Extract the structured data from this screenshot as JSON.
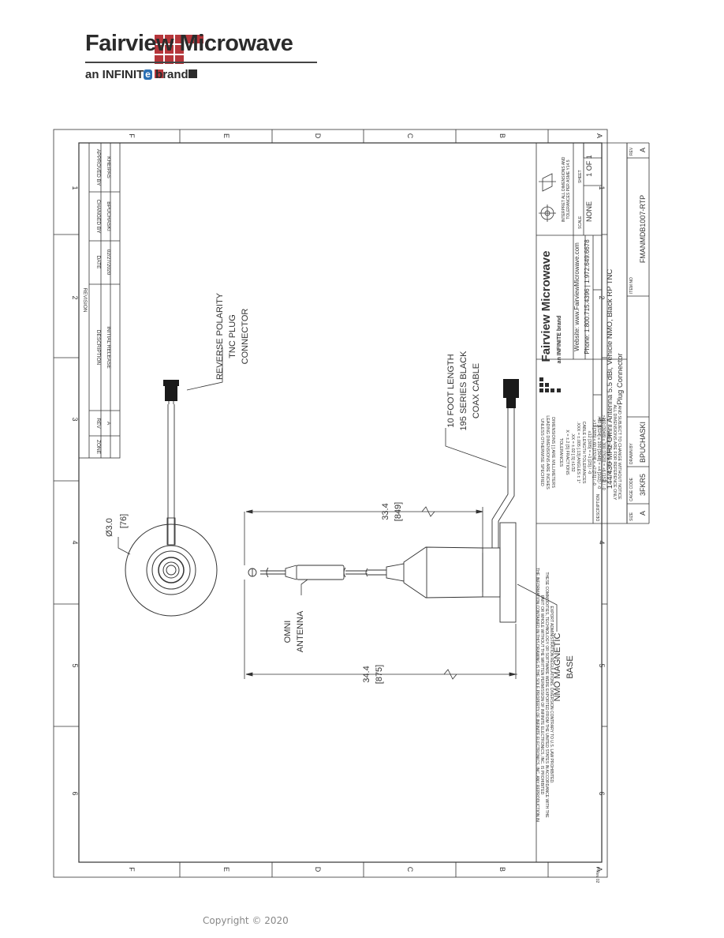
{
  "brand": {
    "name": "Fairview Microwave",
    "tagline_prefix": "an INFINIT",
    "tagline_mark": "e",
    "tagline_suffix": " brand",
    "colors": {
      "red": "#b5363b",
      "dark": "#2b2b2b"
    }
  },
  "footer": {
    "copyright": "Copyright © 2020"
  },
  "drawing": {
    "zone_numbers": [
      "1",
      "2",
      "3",
      "4",
      "5",
      "6"
    ],
    "zone_letters": [
      "F",
      "E",
      "D",
      "C",
      "B",
      "A"
    ],
    "revision": {
      "title": "REVISION",
      "headers": [
        "ZONE",
        "REV",
        "DESCRIPTION",
        "DATE",
        "CHANGED BY",
        "APPROVED BY"
      ],
      "row": [
        "",
        "A",
        "INITIAL RELEASE",
        "02/27/2020",
        "BPUCHASKI",
        "KHEIPAS"
      ]
    },
    "callouts": {
      "connector": [
        "REVERSE POLARITY",
        "TNC PLUG",
        "CONNECTOR"
      ],
      "cable": [
        "10 FOOT LENGTH",
        "195 SERIES BLACK",
        "COAX CABLE"
      ],
      "antenna": [
        "OMNI",
        "ANTENNA"
      ],
      "base": [
        "NMO MAGNETIC",
        "BASE"
      ]
    },
    "dimensions": {
      "base_diameter": [
        "Ø3.0",
        "[76]"
      ],
      "antenna_length": [
        "33.4",
        "[849]"
      ],
      "overall_length": [
        "34.4",
        "[875]"
      ]
    },
    "notes": {
      "tolerance_lines": [
        "UNLESS OTHERWISE SPECIFIED",
        "LEADING DIMENSIONS ARE INCHES",
        "DIMENSIONS [ ] ARE MILLIMETERS",
        "TOLERANCES",
        "X = ±.2   [5]      FRACTIONS",
        ".XX = ±.02  [.5]          ±1/32",
        ".XXX = ±.005  [.13]    ANGLES ± 1°",
        "CABLE LENGTH TOLERANCES",
        "≤12 [305] = +1 [25] / -0",
        ">12 [305] ≤ 60 [1524] = +2 [51] / -0",
        ">60 [1524] ≤ 150 [3048] = +4 [102] / -0",
        ">150 [3048] ≤ 300 [7620] = +6 [152] / -0",
        ">300 [7620] = +5% / -0"
      ],
      "disclaimer": [
        "ALL DIMENSIONS ARE FOR REFERENCE ONLY",
        "AND SUBJECT TO CHANGE WITHOUT NOTICE"
      ],
      "proprietary": [
        "THE INFORMATION CONTAINED IN THIS DRAWING IS THE SOLE PROPERTY OF INFINITE ELECTRONICS, INC. ANY REPRODUCTION IN",
        "PART OR WHOLE WITHOUT THE WRITTEN PERMISSION OF INFINITE ELECTRONICS, INC. IS PROHIBITED",
        "THESE COMMODITIES, TECHNOLOGY OR SOFTWARE WERE EXPORTED FROM THE UNITED STATES IN ACCORDANCE WITH THE",
        "EXPORT ADMINISTRATION REGULATIONS. DIVERSION CONTRARY TO U.S. LAW PROHIBITED."
      ],
      "projection_note": [
        "INTERPRET ALL DIMENSIONS AND",
        "TOLERANCES PER ASME Y14.5"
      ]
    },
    "title_block": {
      "company": "Fairview Microwave",
      "brand_line": "an INFINITE brand",
      "website": "Website: www.FairviewMicrowave.com",
      "phone": "Phone: 1.800.715.4396 | 1.972.649.6678",
      "description_label": "DESCRIPTION",
      "description": [
        "144/430 MHz Omni Antenna 5.5 dBi, Vehicle NMO, Black RP TNC",
        "Plug Connector"
      ],
      "size_label": "SIZE",
      "size": "A",
      "cage_label": "CAGE CODE",
      "cage": "3FKR5",
      "drawn_label": "DRAWN BY",
      "drawn": "BPUCHASKI",
      "item_label": "ITEM NO",
      "item": "FMANMDB1007-RTP",
      "rev_label": "REV",
      "rev": "A",
      "scale_label": "SCALE",
      "scale": "NONE",
      "sheet_label": "SHEET",
      "sheet": "1 OF 1"
    },
    "form_number": "F-Rev 02"
  }
}
